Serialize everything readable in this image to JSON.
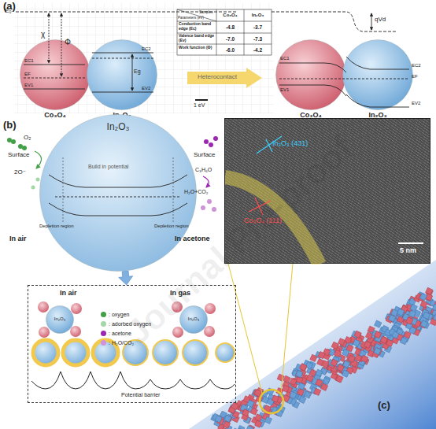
{
  "diagram": {
    "nodes": [
      {
        "text": [
          "Co₃O₄"
        ]
      },
      {
        "text": [
          "In₂O₃"
        ]
      },
      {
        "text": [
          "Heterocontact"
        ]
      },
      {
        "text": [
          "Co₃O₄"
        ]
      },
      {
        "text": [
          "In₂O₃"
        ]
      },
      {
        "text": [
          "In₂O₃"
        ]
      },
      {
        "text": [
          "In air",
          "In gas",
          "Potential barrier"
        ]
      },
      {
        "text": [
          "In₂O₃ (431)",
          "Co₃O₄ (111)",
          "5 nm"
        ]
      },
      {
        "text": [
          "In₂O₃"
        ],
        "in": 6
      },
      {
        "text": [
          "In₂O₃"
        ],
        "in": 6
      }
    ],
    "edges": [
      {
        "from": 5,
        "to": 6,
        "arrow": "to"
      }
    ],
    "labels": [
      "(a)",
      "E₀",
      "χ",
      "Φ",
      "EC1",
      "EF",
      "EV1",
      "EC2",
      "Eg",
      "EV2",
      "Samples",
      "Parameters (eV)",
      "Co₃O₄",
      "In₂O₃",
      "Conduction band edge (Ec)",
      "-4.8",
      "-3.7",
      "Valence band edge (Ev)",
      "-7.0",
      "-7.3",
      "Work function (Φ)",
      "-6.0",
      "-4.2",
      "1 eV",
      "EC1",
      "EV1",
      "EC2",
      "EF",
      "EV2",
      "qVd",
      "(b)",
      "Surface",
      "Surface",
      "O₂",
      "2O⁻",
      "Build in potential",
      "C₃H₆O",
      "H₂O+CO₂",
      "Depletion region",
      "Depletion region",
      "In air",
      "In acetone",
      "(c)",
      "Journal Pre-proof"
    ],
    "legend": [
      {
        "text": ": oxygen",
        "color": "#43a047"
      },
      {
        "text": ": adorbed oxygen",
        "color": "#a5d6a7"
      },
      {
        "text": ": acetone",
        "color": "#9c27b0"
      },
      {
        "text": ": H₂O/CO₂",
        "color": "#ce93d8"
      }
    ]
  }
}
